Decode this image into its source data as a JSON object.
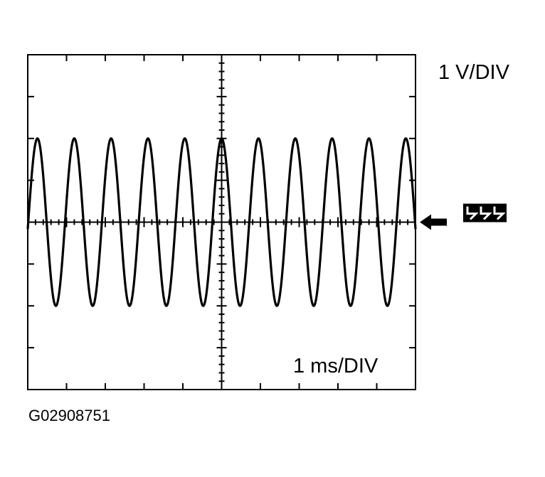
{
  "figure_id": "G02908751",
  "chart_data": {
    "type": "line",
    "title": "",
    "volt_scale_label": "1 V/DIV",
    "time_scale_label": "1 ms/DIV",
    "divisions": {
      "horizontal": 10,
      "vertical": 8
    },
    "x_unit": "ms",
    "y_unit": "V",
    "xlim": [
      -5,
      5
    ],
    "ylim": [
      -4,
      4
    ],
    "grid": false,
    "ground_reference_marker": "arrow-right-of-screen-at-0V",
    "series": [
      {
        "waveform": "sine",
        "amplitude_v": 2,
        "offset_v": 0,
        "period_ms": 0.95,
        "peak_time_ms": 0,
        "x_start": -5,
        "x_end": 5
      }
    ],
    "colors": {
      "trace": "#000000",
      "graticule": "#000000",
      "background": "#ffffff"
    }
  }
}
